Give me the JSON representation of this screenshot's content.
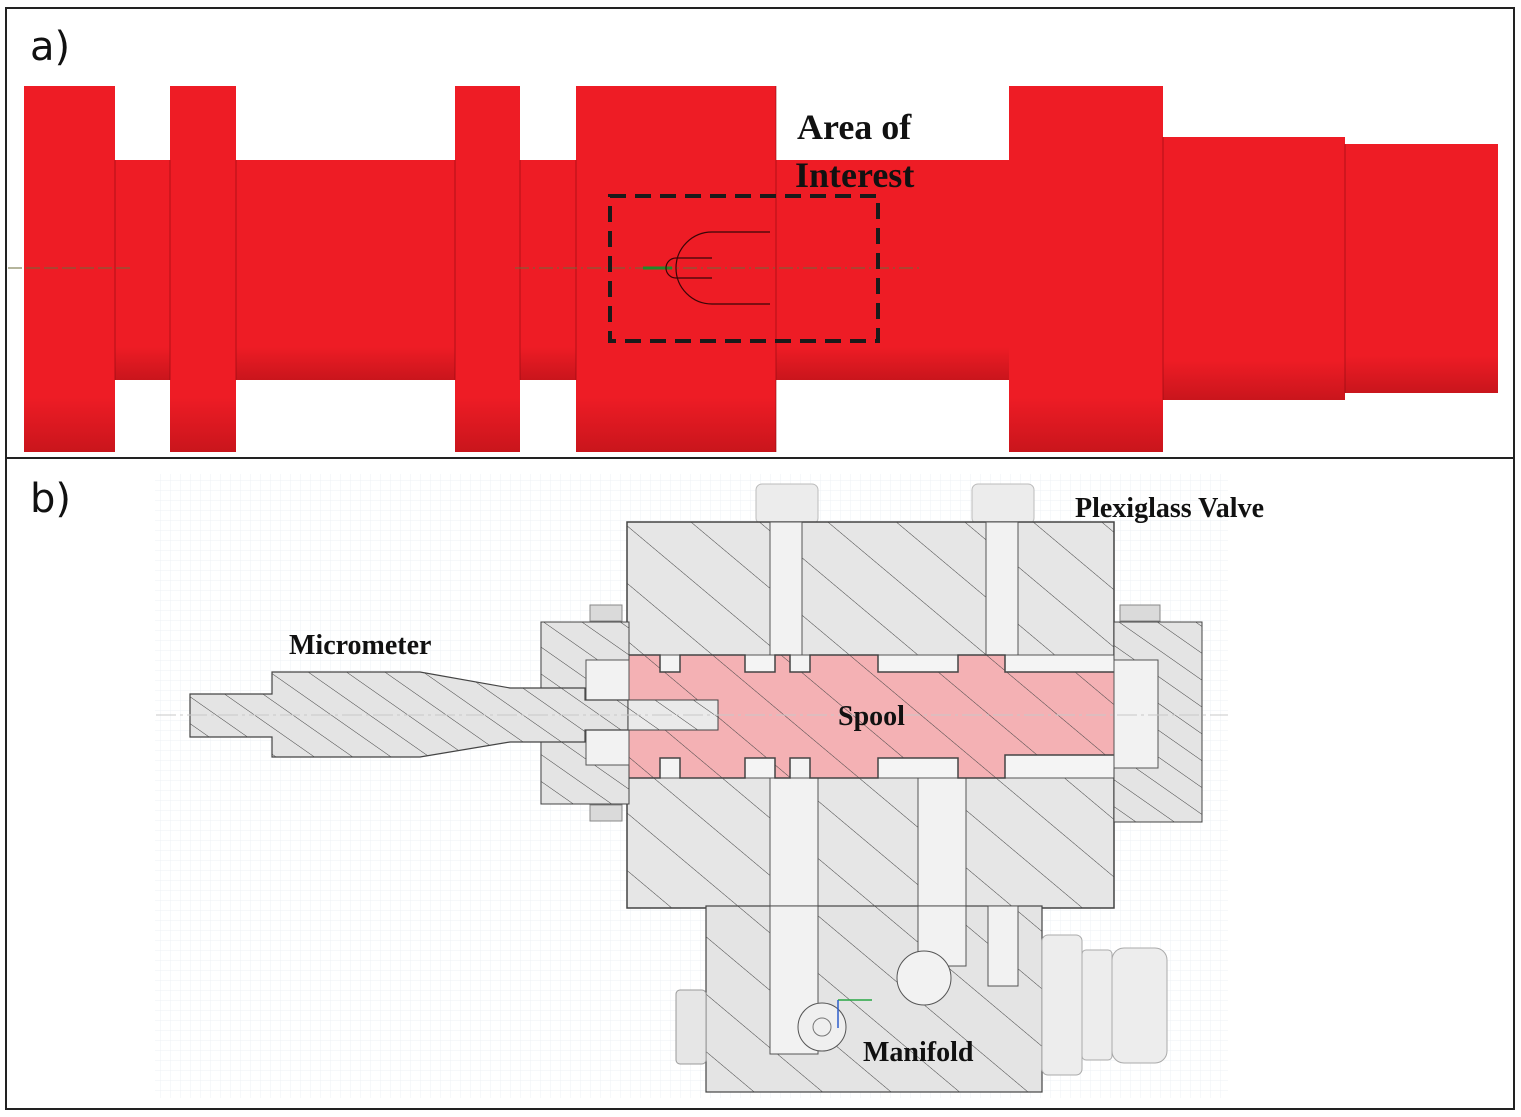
{
  "panels": {
    "a": {
      "label": "a)",
      "callout_line1": "Area of",
      "callout_line2": "Interest"
    },
    "b": {
      "label": "b)",
      "label_plexiglass": "Plexiglass Valve",
      "label_micrometer": "Micrometer",
      "label_spool": "Spool",
      "label_manifold": "Manifold"
    }
  },
  "colors": {
    "spool_red": "#ed1c24",
    "spool_section": "#f4b1b4",
    "part_gray": "#e4e4e4",
    "outline": "#333333"
  }
}
